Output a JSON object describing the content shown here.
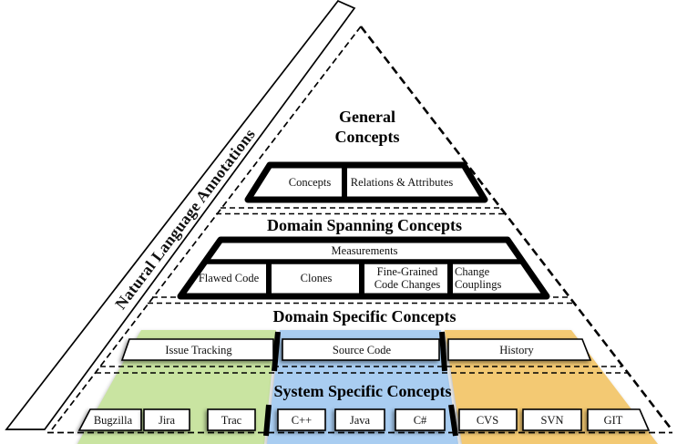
{
  "side_band": {
    "label": "Natural Language Annotations"
  },
  "zones": [
    {
      "name": "issue-tracking-zone",
      "color": "#c9e4a1"
    },
    {
      "name": "source-code-zone",
      "color": "#a9cdf1"
    },
    {
      "name": "history-zone",
      "color": "#f3c973"
    }
  ],
  "levels": {
    "general": {
      "title": "General Concepts",
      "boxes": {
        "concepts": "Concepts",
        "relations": "Relations & Attributes"
      }
    },
    "domain_spanning": {
      "title": "Domain Spanning Concepts",
      "measurements": "Measurements",
      "boxes": {
        "flawed": "Flawed Code",
        "clones": "Clones",
        "fine_grained": "Fine-Grained Code Changes",
        "change_couplings": "Change Couplings"
      }
    },
    "domain_specific": {
      "title": "Domain Specific Concepts",
      "boxes": {
        "issue": "Issue Tracking",
        "source": "Source Code",
        "history": "History"
      }
    },
    "system_specific": {
      "title": "System Specific Concepts",
      "boxes": {
        "bugzilla": "Bugzilla",
        "jira": "Jira",
        "trac": "Trac",
        "cpp": "C++",
        "java": "Java",
        "csharp": "C#",
        "cvs": "CVS",
        "svn": "SVN",
        "git": "GIT"
      }
    }
  }
}
